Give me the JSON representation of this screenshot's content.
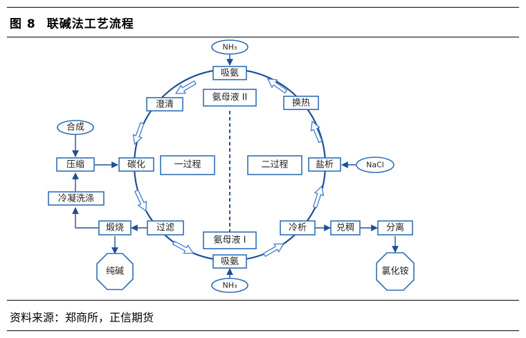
{
  "figure": {
    "number": "图 8",
    "title": "联碱法工艺流程"
  },
  "source": "资料来源：郑商所，正信期货",
  "nodes": {
    "nh3_top": "NH₃",
    "absorb_top": "吸氨",
    "mother_liquor_2": "氨母液 II",
    "clarify": "澄清",
    "heat_exchange": "换热",
    "synthesis": "合成",
    "compress": "压缩",
    "carbonize": "碳化",
    "process_one": "一过程",
    "process_two": "二过程",
    "salting": "盐析",
    "nacl": "NaCl",
    "condense_wash": "冷凝洗涤",
    "calcine": "煅烧",
    "filter": "过滤",
    "mother_liquor_1": "氨母液 I",
    "cold_precip": "冷析",
    "blend": "兑稠",
    "separate": "分离",
    "soda_ash": "纯碱",
    "absorb_bottom": "吸氨",
    "nh3_bottom": "NH₃",
    "ammonium_chloride": "氯化铵"
  },
  "colors": {
    "line": "#1f4e96",
    "box_border": "#2e6db4",
    "hollow_arrow": "#3a7bc8"
  }
}
